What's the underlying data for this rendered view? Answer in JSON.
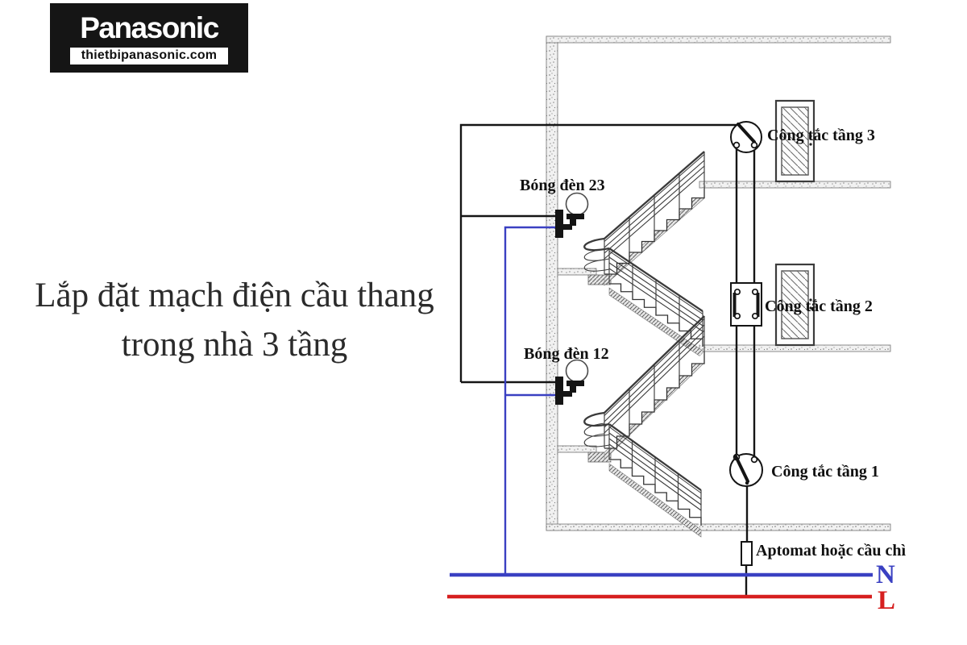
{
  "logo": {
    "brand": "Panasonic",
    "website": "thietbipanasonic.com"
  },
  "title": {
    "line1": "Lắp đặt mạch điện cầu thang",
    "line2": "trong nhà 3 tầng"
  },
  "diagram": {
    "labels": {
      "lamp_23": "Bóng đèn 23",
      "lamp_12": "Bóng đèn 12",
      "switch_floor3": "Công tắc tầng 3",
      "switch_floor2": "Công tắc tầng 2",
      "switch_floor1": "Công tắc tầng 1",
      "breaker": "Aptomat hoặc cầu chì",
      "neutral_label": "N",
      "live_label": "L"
    },
    "colors": {
      "neutral": "#3a40c2",
      "live": "#d61f1f",
      "wire": "#151515"
    }
  }
}
